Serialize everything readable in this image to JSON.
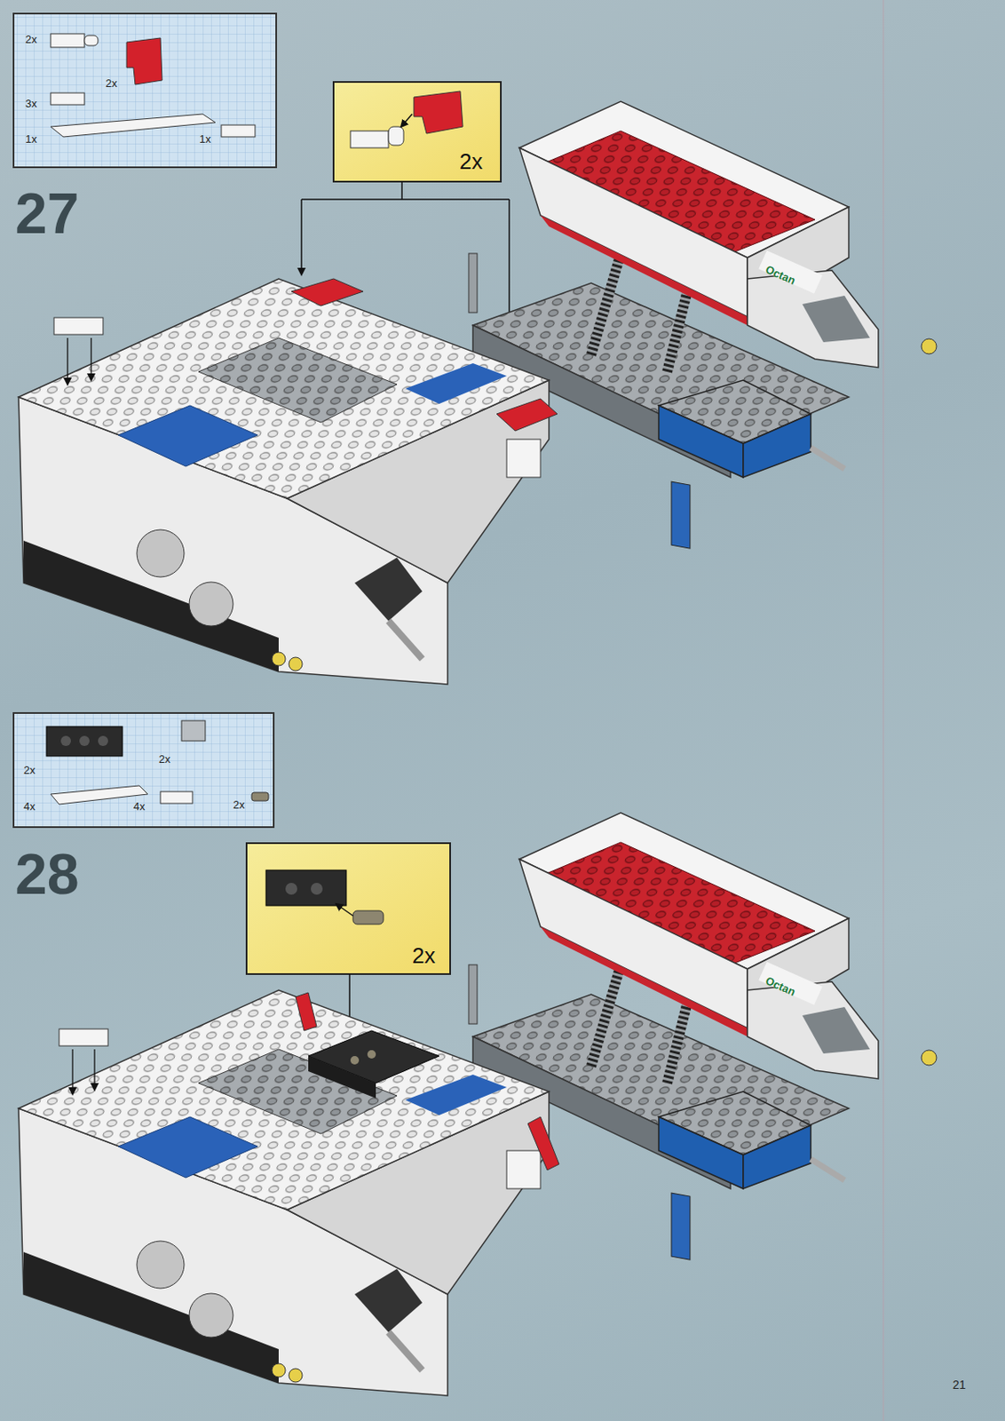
{
  "diagram": {
    "labels": [
      "2x",
      "2x",
      "3x",
      "1x",
      "1x",
      "27",
      "2x",
      "Octan",
      "2x",
      "2x",
      "4x",
      "4x",
      "2x",
      "28",
      "2x",
      "Octan",
      "21"
    ]
  }
}
